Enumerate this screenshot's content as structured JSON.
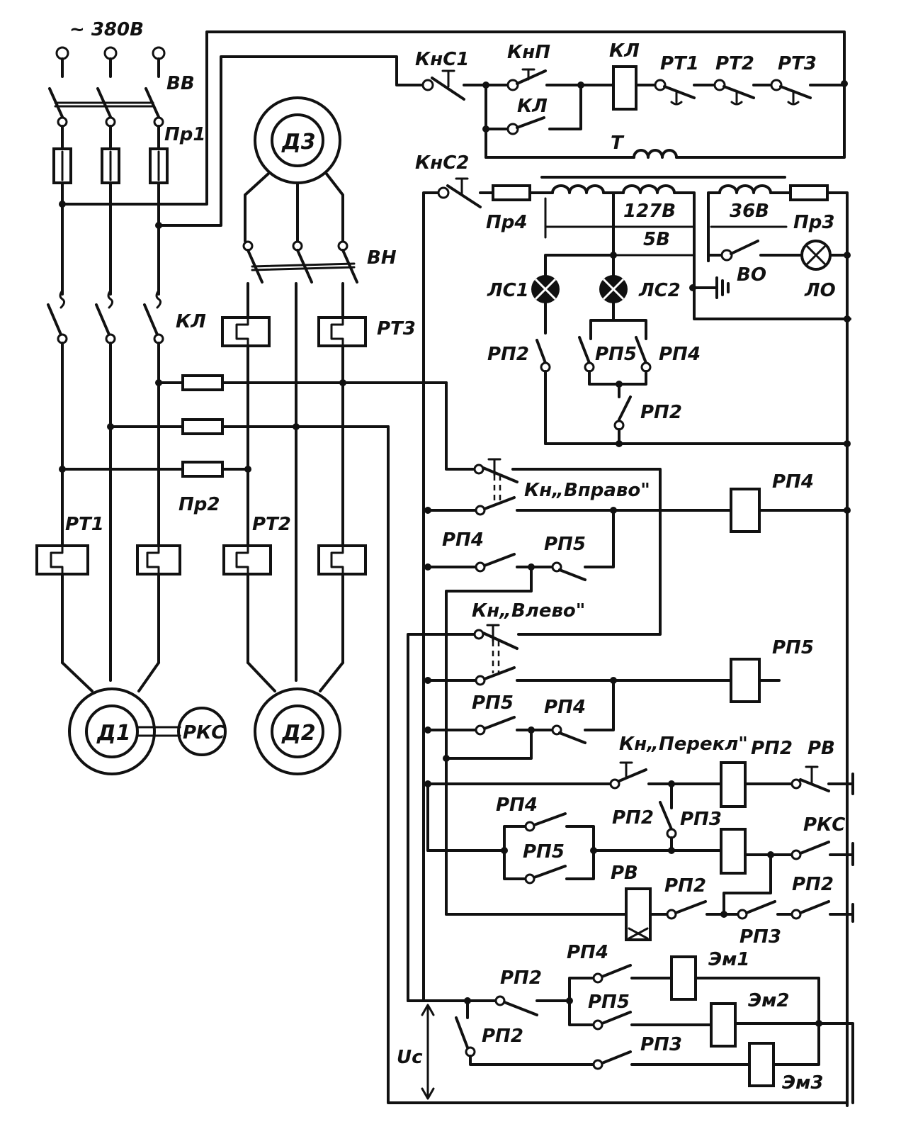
{
  "supply": {
    "voltage": "~ 380В"
  },
  "power_section": {
    "main_switch": "ВВ",
    "fuse_main": "Пр1",
    "contactor": "КЛ",
    "fuse_control": "Пр2",
    "motor_d1": "Д1",
    "motor_d2": "Д2",
    "motor_d3": "Д3",
    "speed_relay": "РКС",
    "switch_vn": "ВН",
    "thermal_rt1": "РТ1",
    "thermal_rt2": "РТ2",
    "thermal_rt3": "РТ3"
  },
  "contactor_circuit": {
    "stop_button": "КнС1",
    "start_button": "КнП",
    "coil": "КЛ",
    "hold_contact": "КЛ",
    "thermal_contacts": [
      "РТ1",
      "РТ2",
      "РТ3"
    ],
    "transformer": "Т"
  },
  "lighting_circuit": {
    "stop_button": "КнС2",
    "fuse_4": "Пр4",
    "fuse_3": "Пр3",
    "voltage_127": "127В",
    "voltage_36": "36В",
    "voltage_5": "5В",
    "switch_vo": "ВО",
    "lamp_lo": "ЛО",
    "lamp_ls1": "ЛС1",
    "lamp_ls2": "ЛС2",
    "rp2": "РП2",
    "rp4": "РП4",
    "rp5": "РП5"
  },
  "control_circuit": {
    "btn_right": "Кн„Вправо\"",
    "btn_left": "Кн„Влево\"",
    "btn_switch": "Кн„Перекл\"",
    "rp2": "РП2",
    "rp3": "РП3",
    "rp4": "РП4",
    "rp5": "РП5",
    "rv": "РВ",
    "rks": "РКС",
    "em1": "Эм1",
    "em2": "Эм2",
    "em3": "Эм3",
    "uc": "Uc"
  }
}
